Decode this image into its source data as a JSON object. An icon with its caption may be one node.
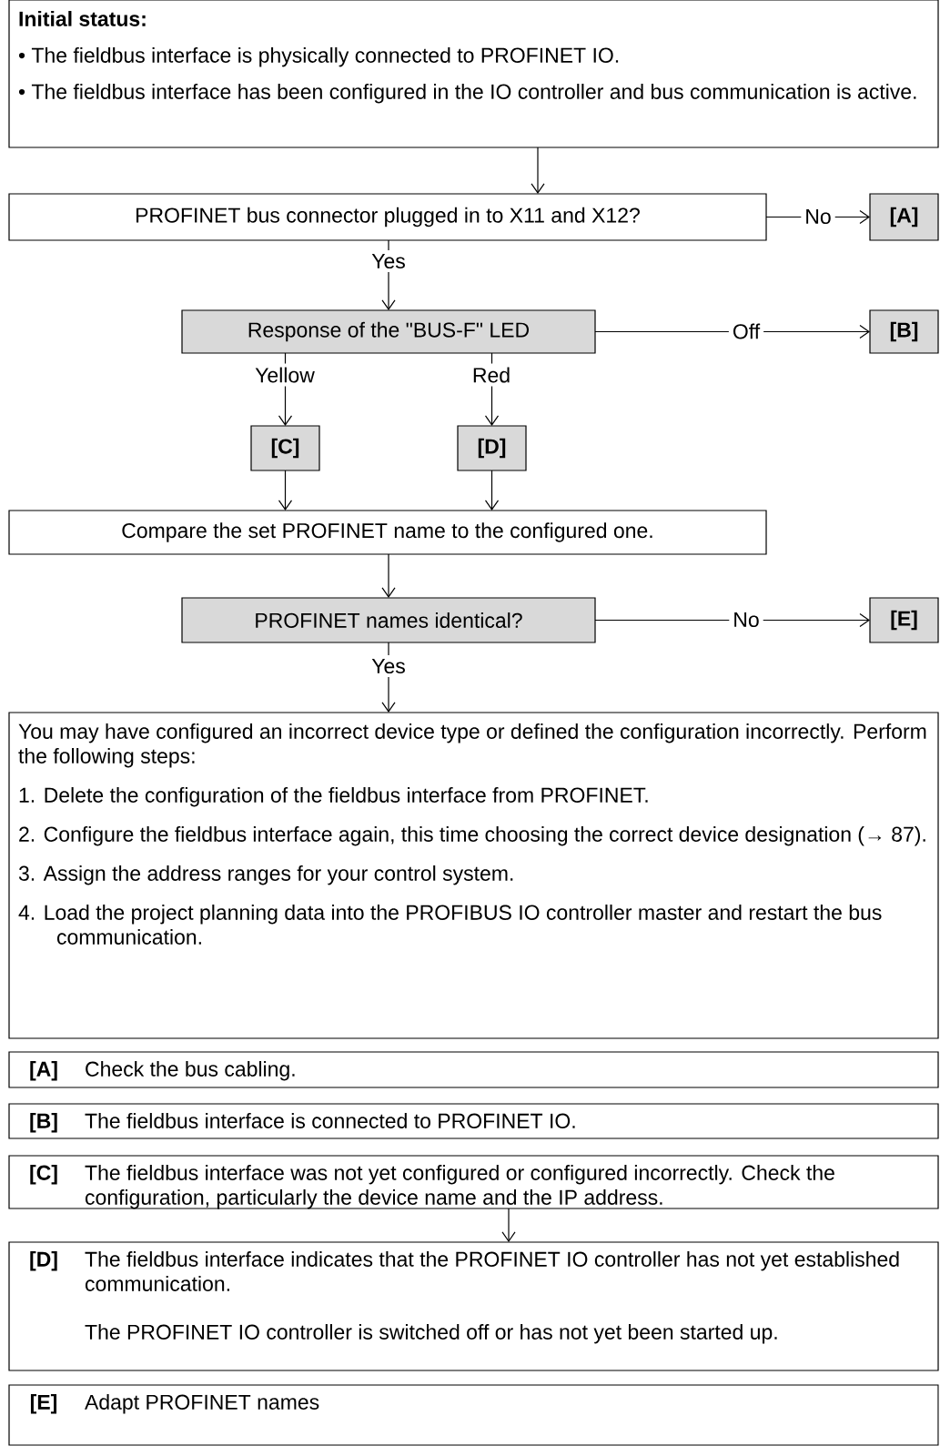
{
  "diagram": {
    "nodes": [
      {
        "text": [
          "Initial status:",
          "• The fieldbus interface is physically connected to PROFINET IO.",
          "• The fieldbus interface has been configured in the IO controller and bus communication is active."
        ]
      },
      {
        "text": [
          "PROFINET bus connector plugged in to X11 and X12?"
        ]
      },
      {
        "text": [
          "[A]"
        ]
      },
      {
        "text": [
          "Response of the \"BUS-F\" LED"
        ]
      },
      {
        "text": [
          "[B]"
        ]
      },
      {
        "text": [
          "[C]"
        ]
      },
      {
        "text": [
          "[D]"
        ]
      },
      {
        "text": [
          "Compare the set PROFINET name to the configured one."
        ]
      },
      {
        "text": [
          "PROFINET names identical?"
        ]
      },
      {
        "text": [
          "[E]"
        ]
      },
      {
        "text": [
          "You may have configured an incorrect device type or defined the configuration incorrectly. Perform the following steps:",
          "1. Delete the configuration of the fieldbus interface from PROFINET.",
          "2. Configure the fieldbus interface again, this time choosing the correct device designation (→ 87).",
          "3. Assign the address ranges for your control system.",
          "4. Load the project planning data into the PROFIBUS IO controller master and restart the bus communication."
        ]
      },
      {
        "text": [
          "[A]",
          "Check the bus cabling."
        ]
      },
      {
        "text": [
          "[B]",
          "The fieldbus interface is connected to PROFINET IO."
        ]
      },
      {
        "text": [
          "[C]",
          "The fieldbus interface was not yet configured or configured incorrectly. Check the configuration, particularly the device name and the IP address."
        ]
      },
      {
        "text": [
          "[D]",
          "The fieldbus interface indicates that the PROFINET IO controller has not yet established communication.",
          "The PROFINET IO controller is switched off or has not yet been started up."
        ]
      },
      {
        "text": [
          "[E]",
          "Adapt PROFINET names"
        ]
      }
    ],
    "edges": [
      {
        "from": 0,
        "to": 1,
        "arrow": "to"
      },
      {
        "from": 1,
        "to": 2,
        "arrow": "to",
        "label": "No"
      },
      {
        "from": 1,
        "to": 3,
        "arrow": "to",
        "label": "Yes"
      },
      {
        "from": 3,
        "to": 4,
        "arrow": "to",
        "label": "Off"
      },
      {
        "from": 3,
        "to": 5,
        "arrow": "to",
        "label": "Yellow"
      },
      {
        "from": 3,
        "to": 6,
        "arrow": "to",
        "label": "Red"
      },
      {
        "from": 5,
        "to": 7,
        "arrow": "to"
      },
      {
        "from": 6,
        "to": 7,
        "arrow": "to"
      },
      {
        "from": 7,
        "to": 8,
        "arrow": "to"
      },
      {
        "from": 8,
        "to": 9,
        "arrow": "to",
        "label": "No"
      },
      {
        "from": 8,
        "to": 10,
        "arrow": "to",
        "label": "Yes"
      },
      {
        "from": 13,
        "to": 14,
        "arrow": "to"
      }
    ]
  }
}
